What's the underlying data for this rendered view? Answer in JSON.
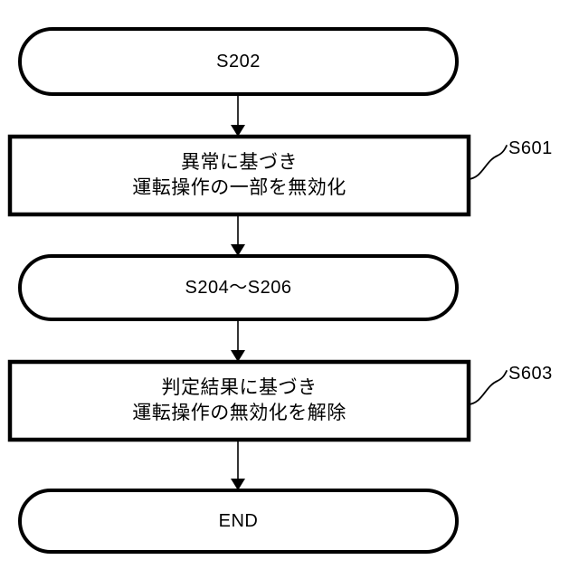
{
  "diagram": {
    "type": "flowchart",
    "orientation": "vertical",
    "background_color": "#ffffff",
    "line_color": "#000000",
    "nodes": [
      {
        "id": "n1",
        "shape": "terminal-rounded",
        "text_line1": "S202",
        "text_line2": "",
        "ref": ""
      },
      {
        "id": "n2",
        "shape": "process-rectangle",
        "text_line1": "異常に基づき",
        "text_line2": "運転操作の一部を無効化",
        "ref": "S601"
      },
      {
        "id": "n3",
        "shape": "terminal-rounded",
        "text_line1": "S204〜S206",
        "text_line2": "",
        "ref": ""
      },
      {
        "id": "n4",
        "shape": "process-rectangle",
        "text_line1": "判定結果に基づき",
        "text_line2": "運転操作の無効化を解除",
        "ref": "S603"
      },
      {
        "id": "n5",
        "shape": "terminal-rounded",
        "text_line1": "END",
        "text_line2": "",
        "ref": ""
      }
    ],
    "connectors": [
      {
        "from": "n1",
        "to": "n2",
        "style": "arrow-down"
      },
      {
        "from": "n2",
        "to": "n3",
        "style": "arrow-down"
      },
      {
        "from": "n3",
        "to": "n4",
        "style": "arrow-down"
      },
      {
        "from": "n4",
        "to": "n5",
        "style": "arrow-down"
      }
    ]
  }
}
